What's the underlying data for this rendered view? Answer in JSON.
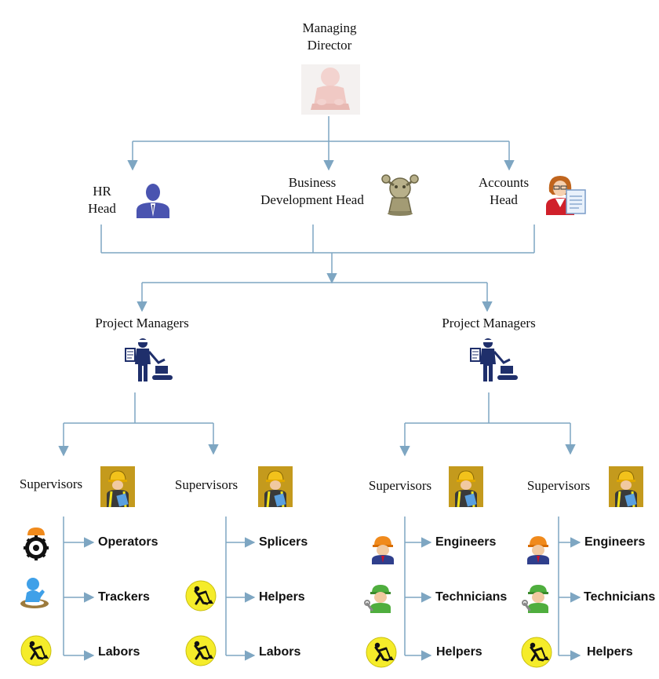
{
  "colors": {
    "connector": "#7ea6c2",
    "navy": "#1f2f6b",
    "hard_hat": "#f2c21b",
    "worker_badge": "#f5ec2a",
    "engineer_suit": "#2f3f8c",
    "tech_green": "#4fae3e"
  },
  "director": {
    "line1": "Managing",
    "line2": "Director",
    "icon": "3d-person-icon"
  },
  "heads": [
    {
      "line1": "HR",
      "line2": "Head",
      "icon": "businessman-icon"
    },
    {
      "line1": "Business",
      "line2": "Development Head",
      "icon": "robot-figure-icon"
    },
    {
      "line1": "Accounts",
      "line2": "Head",
      "icon": "accountant-icon"
    }
  ],
  "project_managers": [
    {
      "label": "Project Managers",
      "icon": "worker-excavator-icon"
    },
    {
      "label": "Project Managers",
      "icon": "worker-excavator-icon"
    }
  ],
  "supervisors": [
    {
      "label": "Supervisors",
      "icon": "supervisor-icon"
    },
    {
      "label": "Supervisors",
      "icon": "supervisor-icon"
    },
    {
      "label": "Supervisors",
      "icon": "supervisor-icon"
    },
    {
      "label": "Supervisors",
      "icon": "supervisor-icon"
    }
  ],
  "teams": [
    {
      "members": [
        {
          "label": "Operators",
          "icon": "gear-operator-icon"
        },
        {
          "label": "Trackers",
          "icon": "tracker-person-icon"
        },
        {
          "label": "Labors",
          "icon": "digging-worker-icon"
        }
      ]
    },
    {
      "members": [
        {
          "label": "Splicers",
          "icon": ""
        },
        {
          "label": "Helpers",
          "icon": "digging-worker-icon"
        },
        {
          "label": "Labors",
          "icon": "digging-worker-icon"
        }
      ]
    },
    {
      "members": [
        {
          "label": "Engineers",
          "icon": "engineer-icon"
        },
        {
          "label": "Technicians",
          "icon": "technician-icon"
        },
        {
          "label": "Helpers",
          "icon": "digging-worker-icon"
        }
      ]
    },
    {
      "members": [
        {
          "label": "Engineers",
          "icon": "engineer-icon"
        },
        {
          "label": "Technicians",
          "icon": "technician-icon"
        },
        {
          "label": "Helpers",
          "icon": "digging-worker-icon"
        }
      ]
    }
  ]
}
